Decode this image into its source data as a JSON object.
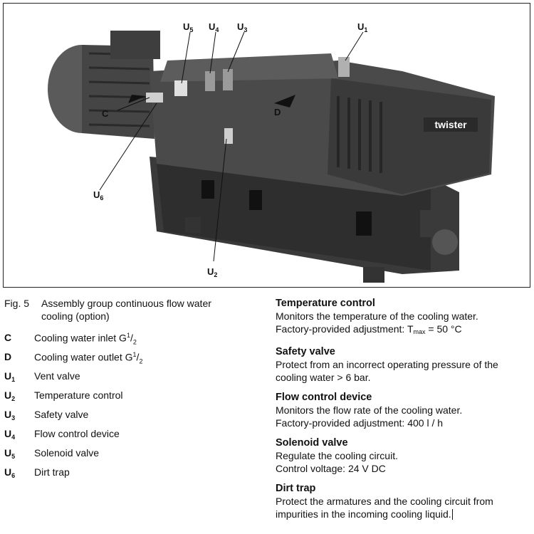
{
  "figure": {
    "brand_label": "twister",
    "callouts": {
      "u5": {
        "main": "U",
        "sub": "5"
      },
      "u4": {
        "main": "U",
        "sub": "4"
      },
      "u3": {
        "main": "U",
        "sub": "3"
      },
      "u1": {
        "main": "U",
        "sub": "1"
      },
      "c": {
        "main": "C"
      },
      "d": {
        "main": "D"
      },
      "u6": {
        "main": "U",
        "sub": "6"
      },
      "u2": {
        "main": "U",
        "sub": "2"
      }
    }
  },
  "caption": {
    "fig_number": "Fig. 5",
    "fig_text": "Assembly group continuous flow water cooling (option)"
  },
  "legend": [
    {
      "key": "C",
      "key_sub": "",
      "desc": "Cooling water inlet  G",
      "frac_num": "1",
      "frac_den": "2"
    },
    {
      "key": "D",
      "key_sub": "",
      "desc": "Cooling water outlet  G",
      "frac_num": "1",
      "frac_den": "2"
    },
    {
      "key": "U",
      "key_sub": "1",
      "desc": "Vent valve",
      "frac_num": "",
      "frac_den": ""
    },
    {
      "key": "U",
      "key_sub": "2",
      "desc": "Temperature control",
      "frac_num": "",
      "frac_den": ""
    },
    {
      "key": "U",
      "key_sub": "3",
      "desc": "Safety valve",
      "frac_num": "",
      "frac_den": ""
    },
    {
      "key": "U",
      "key_sub": "4",
      "desc": "Flow control device",
      "frac_num": "",
      "frac_den": ""
    },
    {
      "key": "U",
      "key_sub": "5",
      "desc": "Solenoid valve",
      "frac_num": "",
      "frac_den": ""
    },
    {
      "key": "U",
      "key_sub": "6",
      "desc": "Dirt trap",
      "frac_num": "",
      "frac_den": ""
    }
  ],
  "descriptions": {
    "temperature_control": {
      "title": "Temperature control",
      "line1": "Monitors the temperature of the cooling water.",
      "line2_pre": "Factory-provided adjustment:  T",
      "line2_sub": "max",
      "line2_post": " = 50 °C"
    },
    "safety_valve": {
      "title": "Safety valve",
      "line1": "Protect from an incorrect operating pressure of the",
      "line2": "cooling water > 6 bar."
    },
    "flow_control": {
      "title": "Flow control device",
      "line1": "Monitors the flow rate of the cooling water.",
      "line2": "Factory-provided adjustment:  400 l / h"
    },
    "solenoid_valve": {
      "title": "Solenoid valve",
      "line1": "Regulate the cooling circuit.",
      "line2": "Control voltage:  24 V DC"
    },
    "dirt_trap": {
      "title": "Dirt trap",
      "line1": "Protect the armatures and the cooling circuit from",
      "line2": "impurities in the incoming cooling liquid."
    }
  }
}
